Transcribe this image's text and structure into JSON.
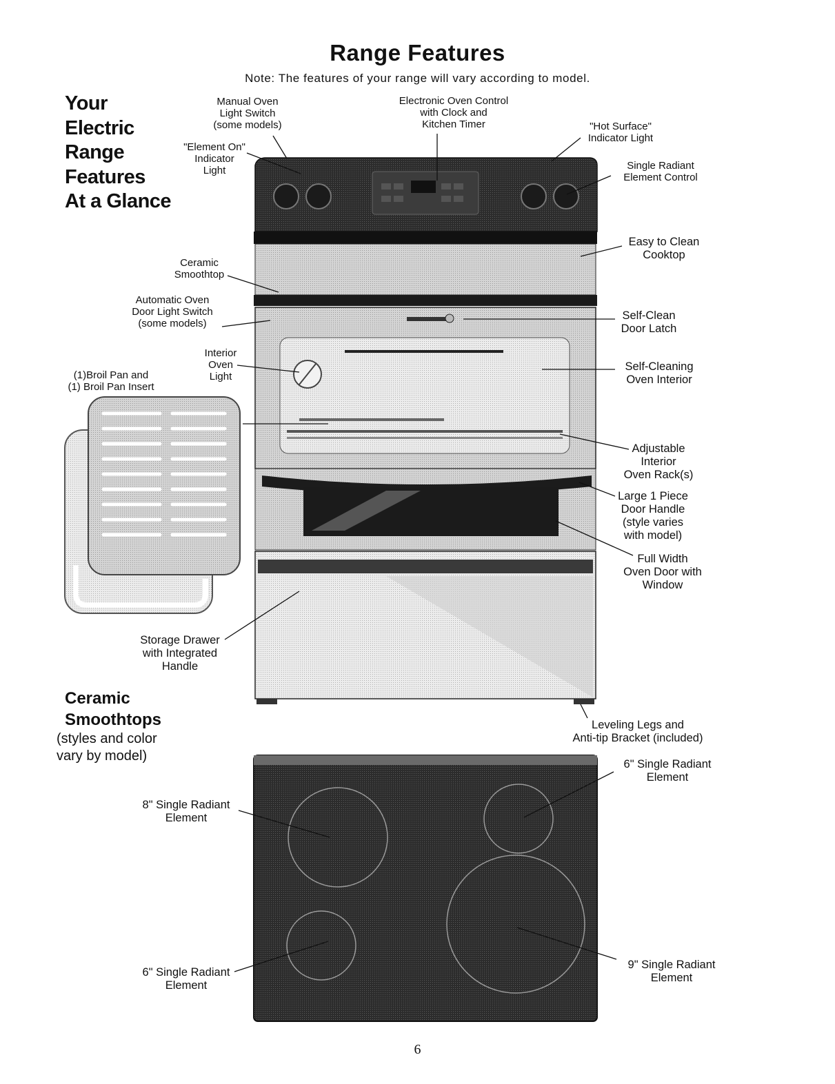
{
  "page": {
    "title": "Range Features",
    "note": "Note: The features of your range will vary according to model.",
    "page_number": "6"
  },
  "side": {
    "heading_lines": [
      "Your",
      "Electric",
      "Range",
      "Features",
      "At a Glance"
    ],
    "ceramic_heading_lines": [
      "Ceramic",
      "Smoothtops"
    ],
    "ceramic_sub": "(styles and color\nvary by model)"
  },
  "labels": {
    "manual_oven_light": "Manual Oven\nLight Switch\n(some models)",
    "electronic_control": "Electronic Oven Control\nwith Clock and\nKitchen Timer",
    "hot_surface": "\"Hot Surface\"\nIndicator Light",
    "element_on": "\"Element On\"\nIndicator\nLight",
    "single_radiant_control": "Single Radiant\nElement Control",
    "easy_clean": "Easy to Clean\nCooktop",
    "ceramic_smoothtop": "Ceramic\nSmoothtop",
    "auto_door_light": "Automatic Oven\nDoor Light Switch\n(some models)",
    "self_clean_latch": "Self-Clean\nDoor Latch",
    "interior_light": "Interior\nOven\nLight",
    "broil_pan": "(1)Broil Pan and\n(1) Broil Pan Insert",
    "self_cleaning_interior": "Self-Cleaning\nOven Interior",
    "adjustable_racks": "Adjustable\nInterior\nOven Rack(s)",
    "door_handle": "Large 1 Piece\nDoor Handle\n(style varies\nwith model)",
    "full_width_door": "Full Width\nOven Door with\nWindow",
    "storage_drawer": "Storage Drawer\nwith Integrated\nHandle",
    "leveling_legs": "Leveling Legs and\nAnti-tip Bracket (included)",
    "element_6_top": "6\" Single Radiant\nElement",
    "element_8": "8\" Single Radiant\nElement",
    "element_6_bottom": "6\" Single Radiant\nElement",
    "element_9": "9\" Single Radiant\nElement"
  },
  "colors": {
    "range_body": "#2a2a2a",
    "oven_panel": "#d9d9d9",
    "cooktop": "#3a3a3a",
    "burner_outline": "#8a8a8a"
  }
}
